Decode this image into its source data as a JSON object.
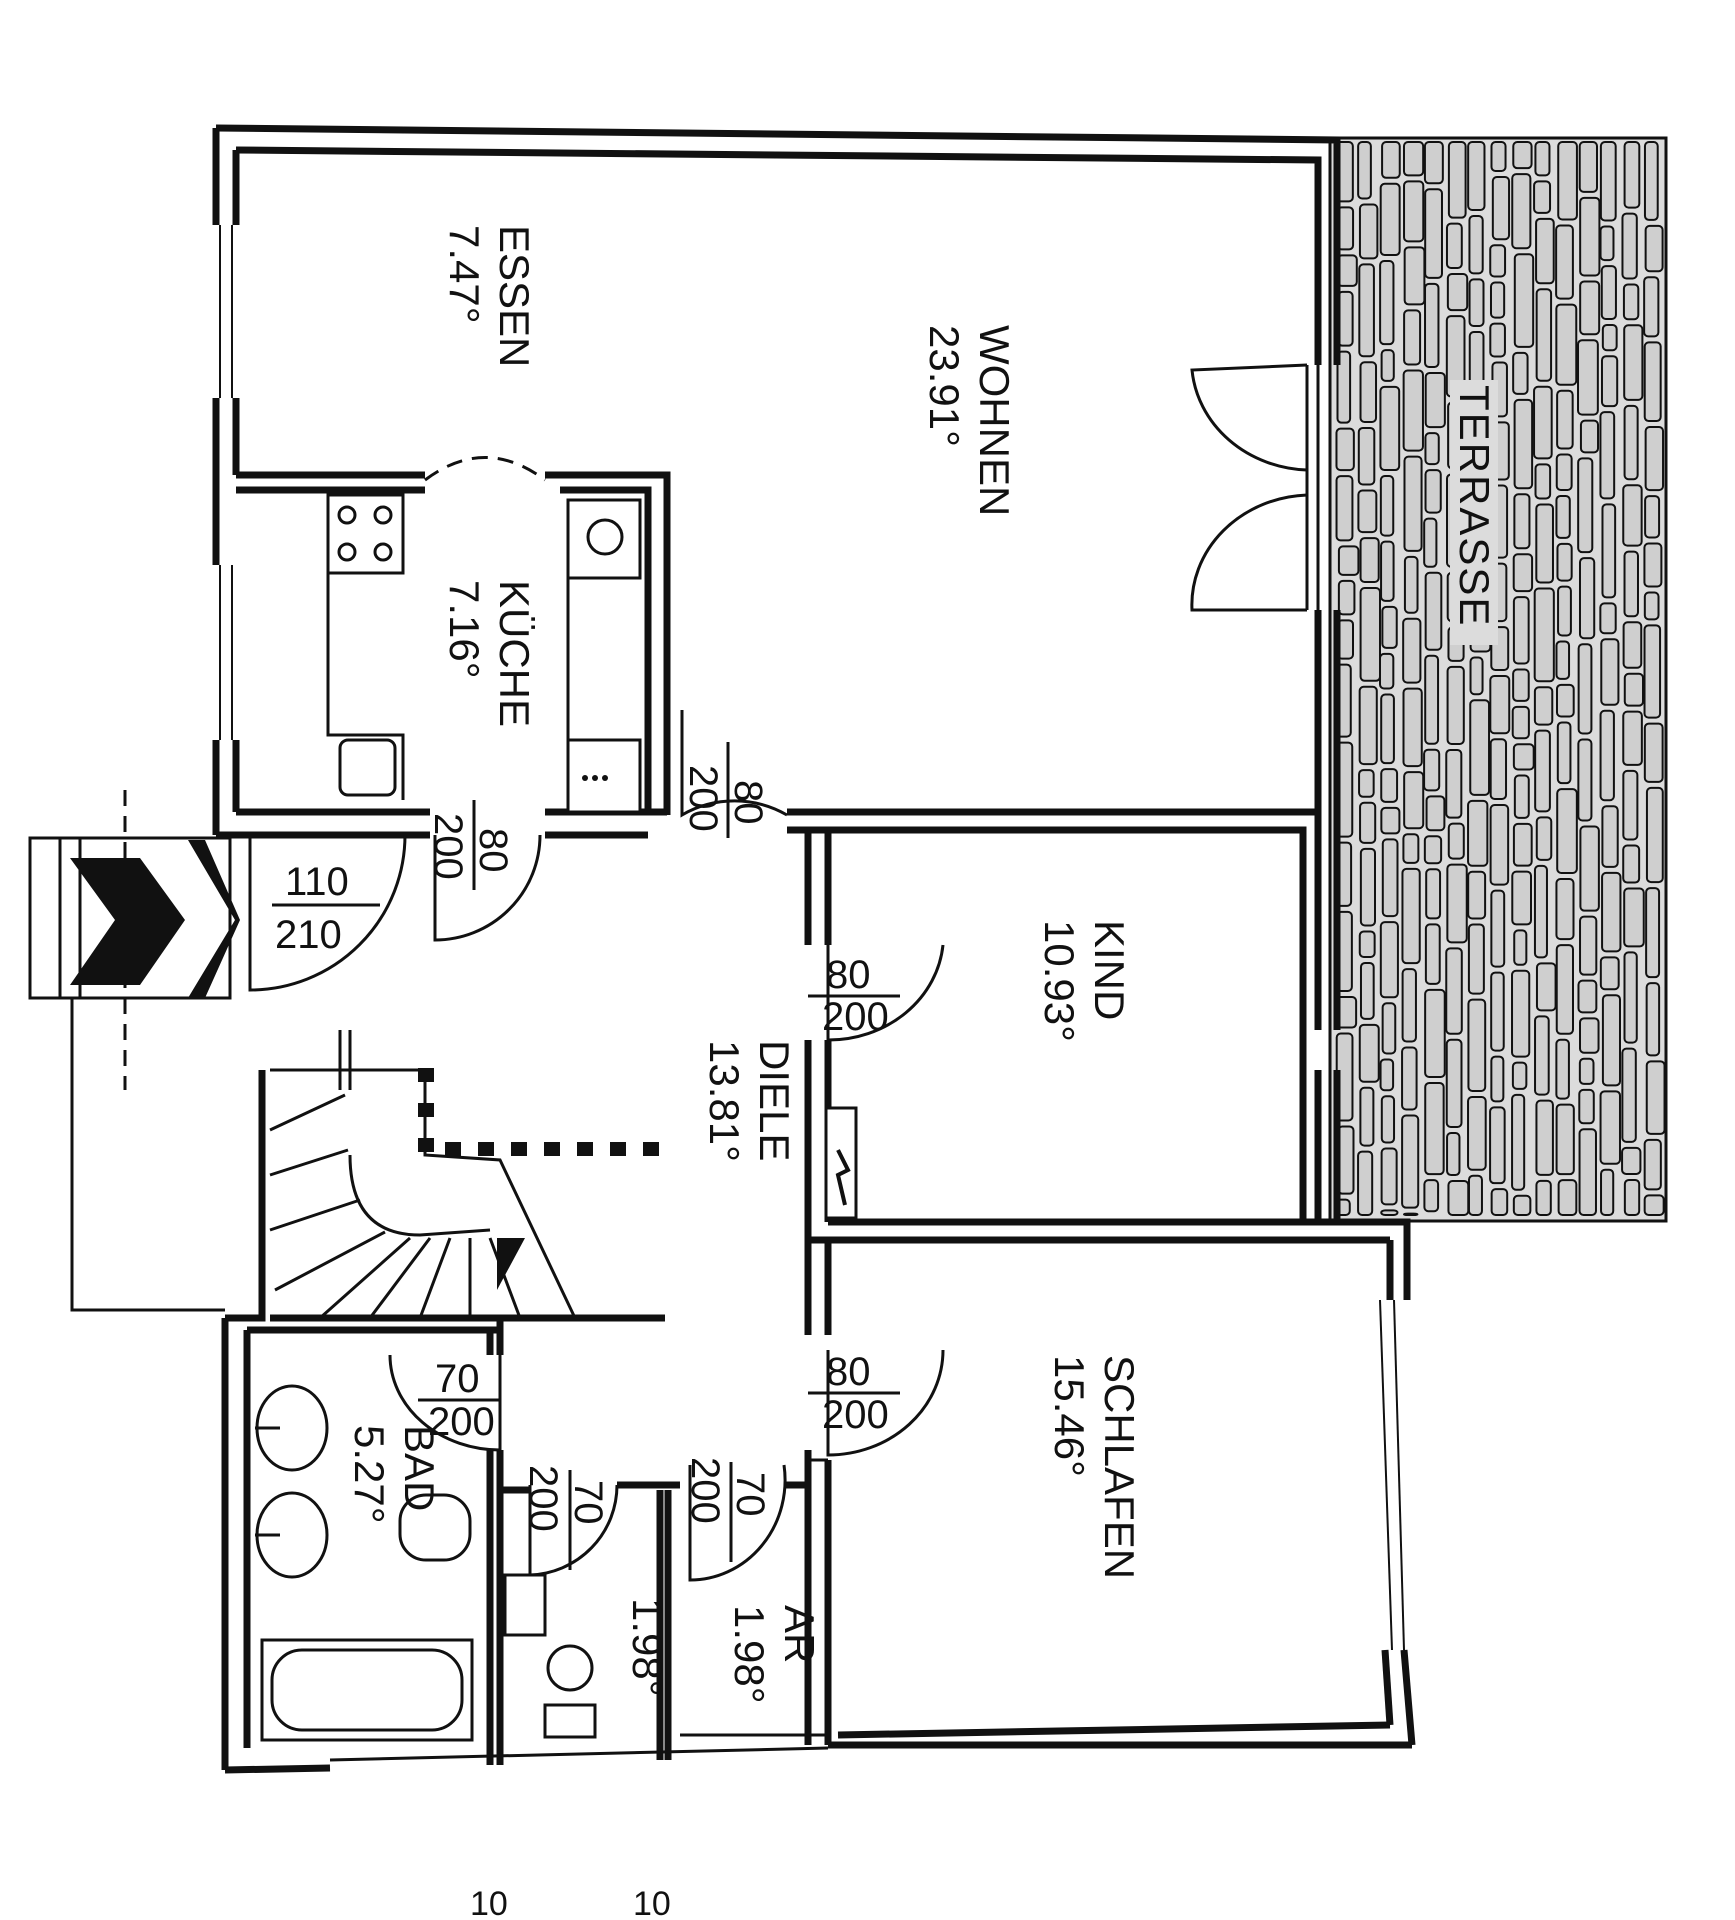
{
  "rooms": {
    "essen": {
      "name": "ESSEN",
      "area": "7.47°"
    },
    "wohnen": {
      "name": "WOHNEN",
      "area": "23.91°"
    },
    "kueche": {
      "name": "KÜCHE",
      "area": "7.16°"
    },
    "diele": {
      "name": "DIELE",
      "area": "13.81°"
    },
    "kind": {
      "name": "KIND",
      "area": "10.93°"
    },
    "schlafen": {
      "name": "SCHLAFEN",
      "area": "15.46°"
    },
    "bad": {
      "name": "BAD",
      "area": "5.27°"
    },
    "wc": {
      "area": "1.98°"
    },
    "ar": {
      "name": "AR",
      "area": "1.98°"
    },
    "terrasse": {
      "name": "TERRASSE"
    }
  },
  "doors": {
    "entrance": {
      "w": "110",
      "h": "210"
    },
    "kueche": {
      "w": "80",
      "h": "200"
    },
    "wohnen": {
      "w": "80",
      "h": "200"
    },
    "kind": {
      "w": "80",
      "h": "200"
    },
    "schlafen": {
      "w": "80",
      "h": "200"
    },
    "bad": {
      "w": "70",
      "h": "200"
    },
    "wc": {
      "w": "70",
      "h": "200"
    },
    "ar": {
      "w": "70",
      "h": "200"
    }
  },
  "footer": {
    "left": "10",
    "right": "10"
  },
  "icons": [
    "entrance-arrow-icon",
    "stove-icon",
    "sink-icon",
    "washbasin-icon",
    "toilet-icon",
    "bidet-icon",
    "bathtub-icon",
    "washing-machine-icon",
    "electric-panel-icon"
  ]
}
